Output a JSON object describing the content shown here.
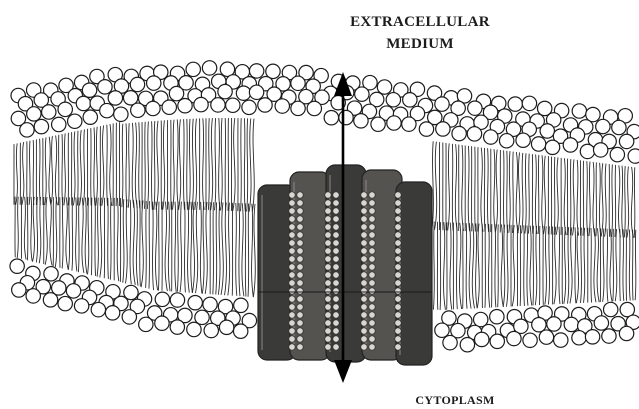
{
  "labels": {
    "extracellular_line1": "EXTRACELLULAR",
    "extracellular_line2": "MEDIUM",
    "cytoplasm": "CYTOPLASM"
  },
  "colors": {
    "ink": "#1c1c1c",
    "head_fill": "#ffffff",
    "channel_dark": "#3a3a38",
    "channel_mid": "#55534f",
    "tail_stroke": "#2a2a2a"
  },
  "icons": {
    "arrow": "double-headed-vertical-arrow",
    "channel": "ion-channel-protein"
  }
}
